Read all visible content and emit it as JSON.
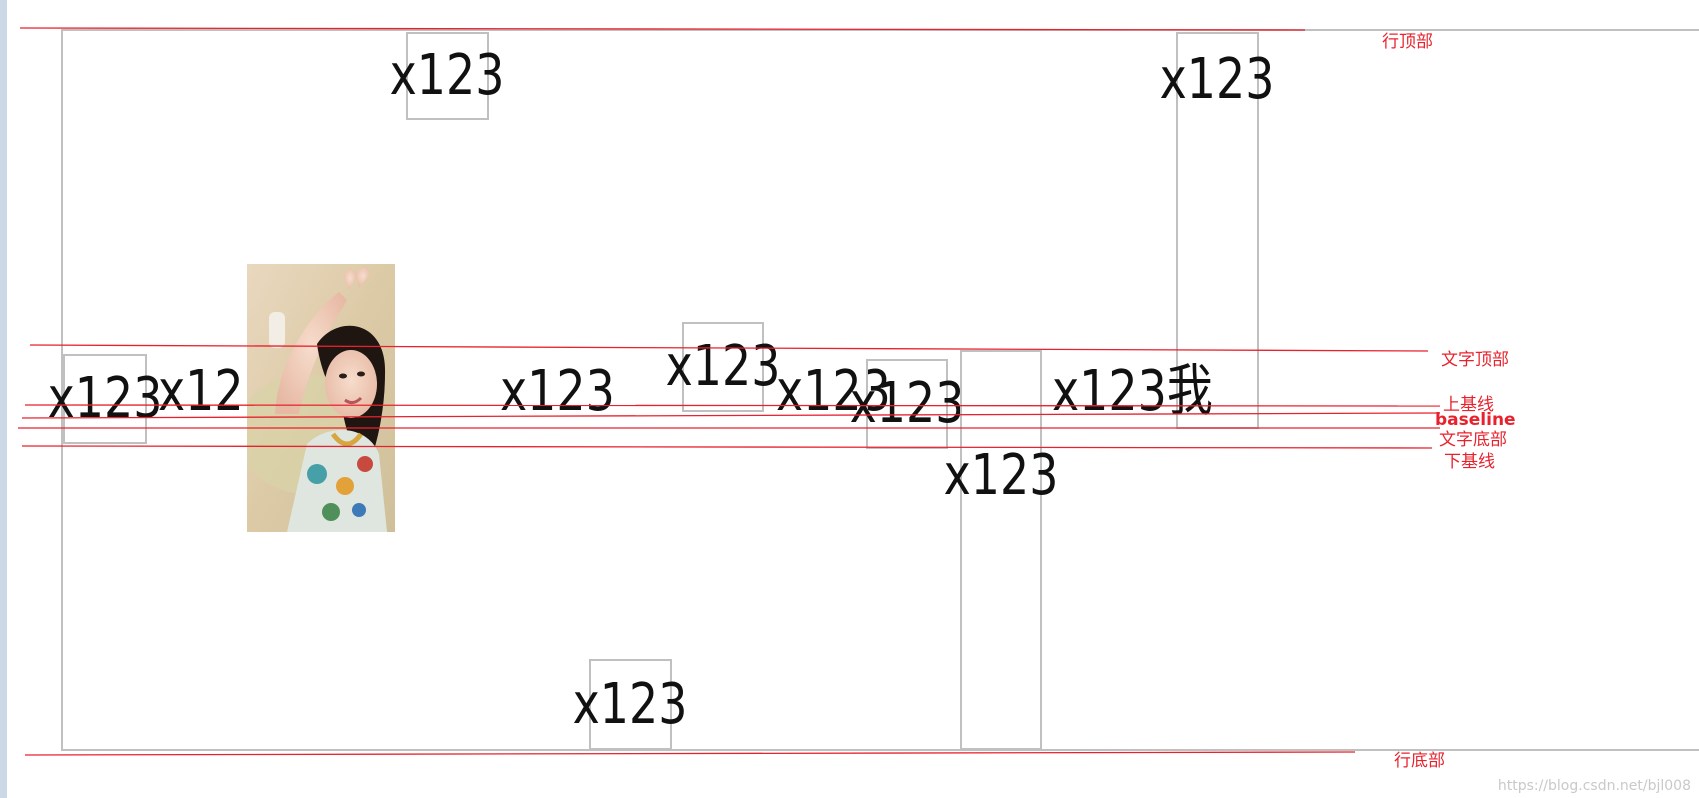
{
  "sample_text": "x123",
  "sample_text_cn": "x123我",
  "labels": {
    "line_top": "行顶部",
    "text_top": "文字顶部",
    "upper_baseline": "上基线",
    "baseline": "baseline",
    "text_bottom": "文字底部",
    "lower_baseline": "下基线",
    "line_bottom": "行底部"
  },
  "watermark": "https://blog.csdn.net/bjl008",
  "colors": {
    "guide": "#e8222d",
    "box_border": "#c0c0c0",
    "text": "#111111"
  }
}
